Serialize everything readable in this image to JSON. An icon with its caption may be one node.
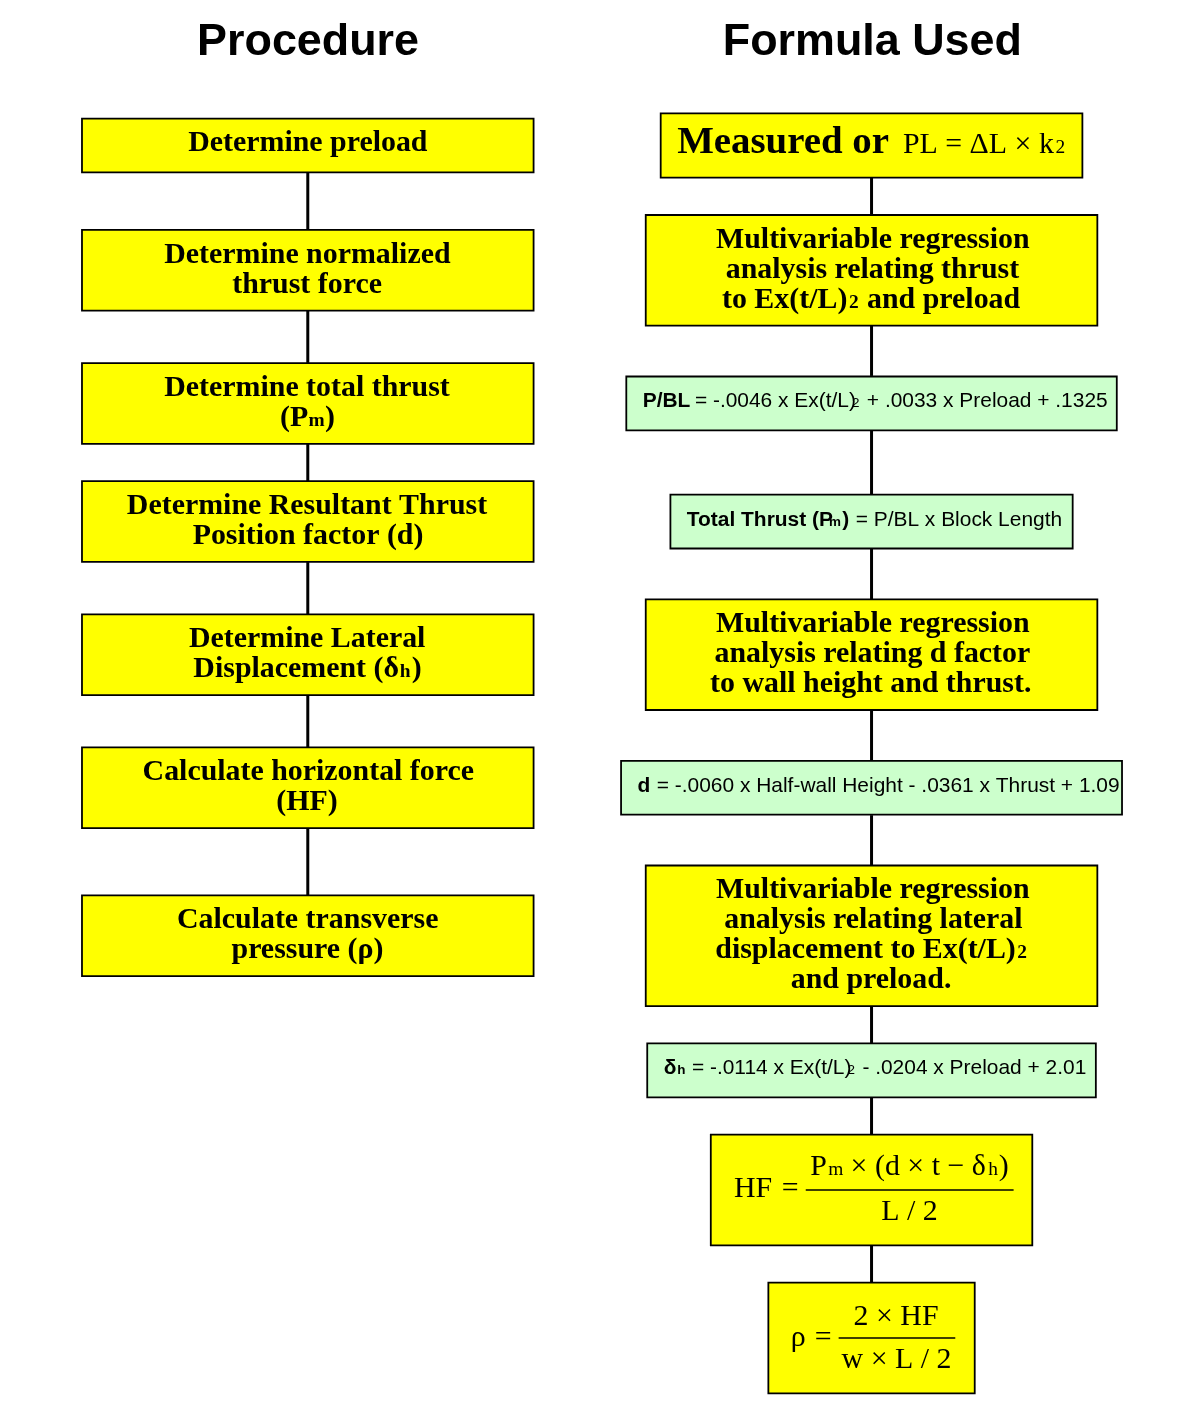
{
  "diagram": {
    "nodes": [
      {
        "text": [
          "Determine preload"
        ]
      },
      {
        "text": [
          "Determine normalized thrust force"
        ]
      },
      {
        "text": [
          "Determine total thrust (P$_{m}$)"
        ]
      },
      {
        "text": [
          "Determine Resultant Thrust Position factor (d)"
        ]
      },
      {
        "text": [
          "Determine Lateral Displacement (δ$_{h}$)"
        ]
      },
      {
        "text": [
          "Calculate horizontal force (HF)"
        ]
      },
      {
        "text": [
          "Calculate transverse pressure (ρ)"
        ]
      },
      {
        "text": [
          "Measured or",
          "PL = ΔL × k$_{2}$"
        ]
      },
      {
        "text": [
          "Multivariable regression analysis relating thrust to Ex(t/L)$^{2}$ and preload"
        ]
      },
      {
        "text": [
          "**P/BL** = -.0046 x Ex(t/L)$^{2}$ + .0033 x Preload + .1325"
        ]
      },
      {
        "text": [
          "**Total Thrust (P$_{m}$)** = P/BL x Block Length"
        ]
      },
      {
        "text": [
          "Multivariable regression analysis relating d factor to wall height and thrust."
        ]
      },
      {
        "text": [
          "**d** = -.0060 x Half-wall Height - .0361 x Thrust + 1.09"
        ]
      },
      {
        "text": [
          "Multivariable regression analysis relating lateral displacement to Ex(t/L)$^{2}$ and preload."
        ]
      },
      {
        "text": [
          "**δ$_{h}$** = -.0114 x Ex(t/L)$^{2}$ - .0204 x Preload + 2.01"
        ]
      },
      {
        "text": [
          "HF",
          "=",
          "P$_{m}$ × (d × t − δ$_{h}$)",
          "L / 2"
        ]
      },
      {
        "text": [
          "ρ",
          "=",
          "2 × HF",
          "w × L / 2"
        ]
      }
    ],
    "edges": [
      {
        "from": 0,
        "to": 1,
        "arrow": "none"
      },
      {
        "from": 1,
        "to": 2,
        "arrow": "none"
      },
      {
        "from": 2,
        "to": 3,
        "arrow": "none"
      },
      {
        "from": 3,
        "to": 4,
        "arrow": "none"
      },
      {
        "from": 4,
        "to": 5,
        "arrow": "none"
      },
      {
        "from": 5,
        "to": 6,
        "arrow": "none"
      },
      {
        "from": 7,
        "to": 8,
        "arrow": "none"
      },
      {
        "from": 8,
        "to": 9,
        "arrow": "none"
      },
      {
        "from": 9,
        "to": 10,
        "arrow": "none"
      },
      {
        "from": 10,
        "to": 11,
        "arrow": "none"
      },
      {
        "from": 11,
        "to": 12,
        "arrow": "none"
      },
      {
        "from": 12,
        "to": 13,
        "arrow": "none"
      },
      {
        "from": 13,
        "to": 14,
        "arrow": "none"
      },
      {
        "from": 14,
        "to": 15,
        "arrow": "none"
      },
      {
        "from": 15,
        "to": 16,
        "arrow": "none"
      }
    ],
    "labels": [
      "Procedure",
      "Formula Used"
    ]
  }
}
